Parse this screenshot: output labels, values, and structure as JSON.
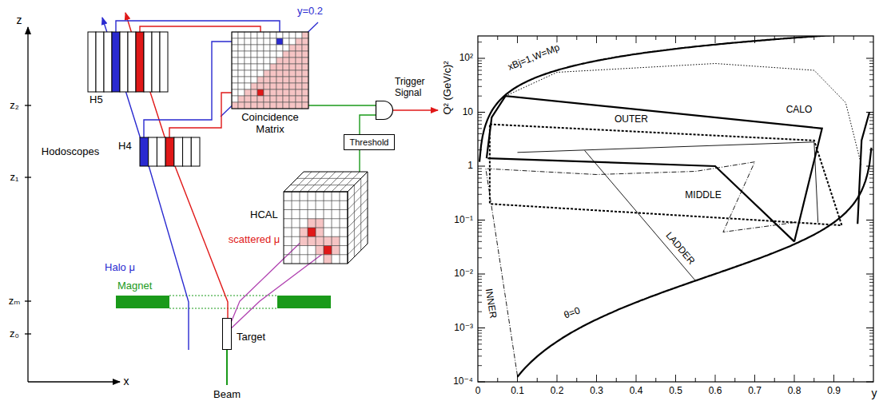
{
  "diagram": {
    "nodes": [
      {
        "text": [
          "H5"
        ]
      },
      {
        "text": [
          "H4"
        ]
      },
      {
        "text": [
          "Coincidence Matrix"
        ]
      },
      {
        "text": [
          "Trigger Signal"
        ]
      },
      {
        "text": [
          "Threshold"
        ]
      },
      {
        "text": [
          "HCAL"
        ]
      },
      {
        "text": [
          "Magnet"
        ]
      },
      {
        "text": [
          "Target"
        ]
      }
    ],
    "edges": [
      {
        "from": 0,
        "to": 2,
        "arrow": "none"
      },
      {
        "from": 0,
        "to": 2,
        "arrow": "none"
      },
      {
        "from": 1,
        "to": 2,
        "arrow": "none"
      },
      {
        "from": 1,
        "to": 2,
        "arrow": "none"
      },
      {
        "from": 2,
        "to": 3,
        "arrow": "none"
      },
      {
        "from": 4,
        "to": 3,
        "arrow": "none"
      },
      {
        "from": 5,
        "to": 4,
        "arrow": "none"
      }
    ],
    "labels": [
      "z",
      "x",
      "z₂",
      "z₁",
      "zₘ",
      "z₀",
      "Hodoscopes",
      "y=0.2",
      "scattered μ",
      "Halo μ",
      "Beam",
      "Q² (GeV/c)²",
      "10²",
      "10",
      "1",
      "10⁻¹",
      "10⁻²",
      "10⁻³",
      "10⁻⁴",
      "0",
      "0.1",
      "0.2",
      "0.3",
      "0.4",
      "0.5",
      "0.6",
      "0.7",
      "0.8",
      "0.9",
      "y",
      "xBj=1,W=Mp",
      "CALO",
      "OUTER",
      "MIDDLE",
      "LADDER",
      "INNER",
      "θ=0"
    ]
  }
}
